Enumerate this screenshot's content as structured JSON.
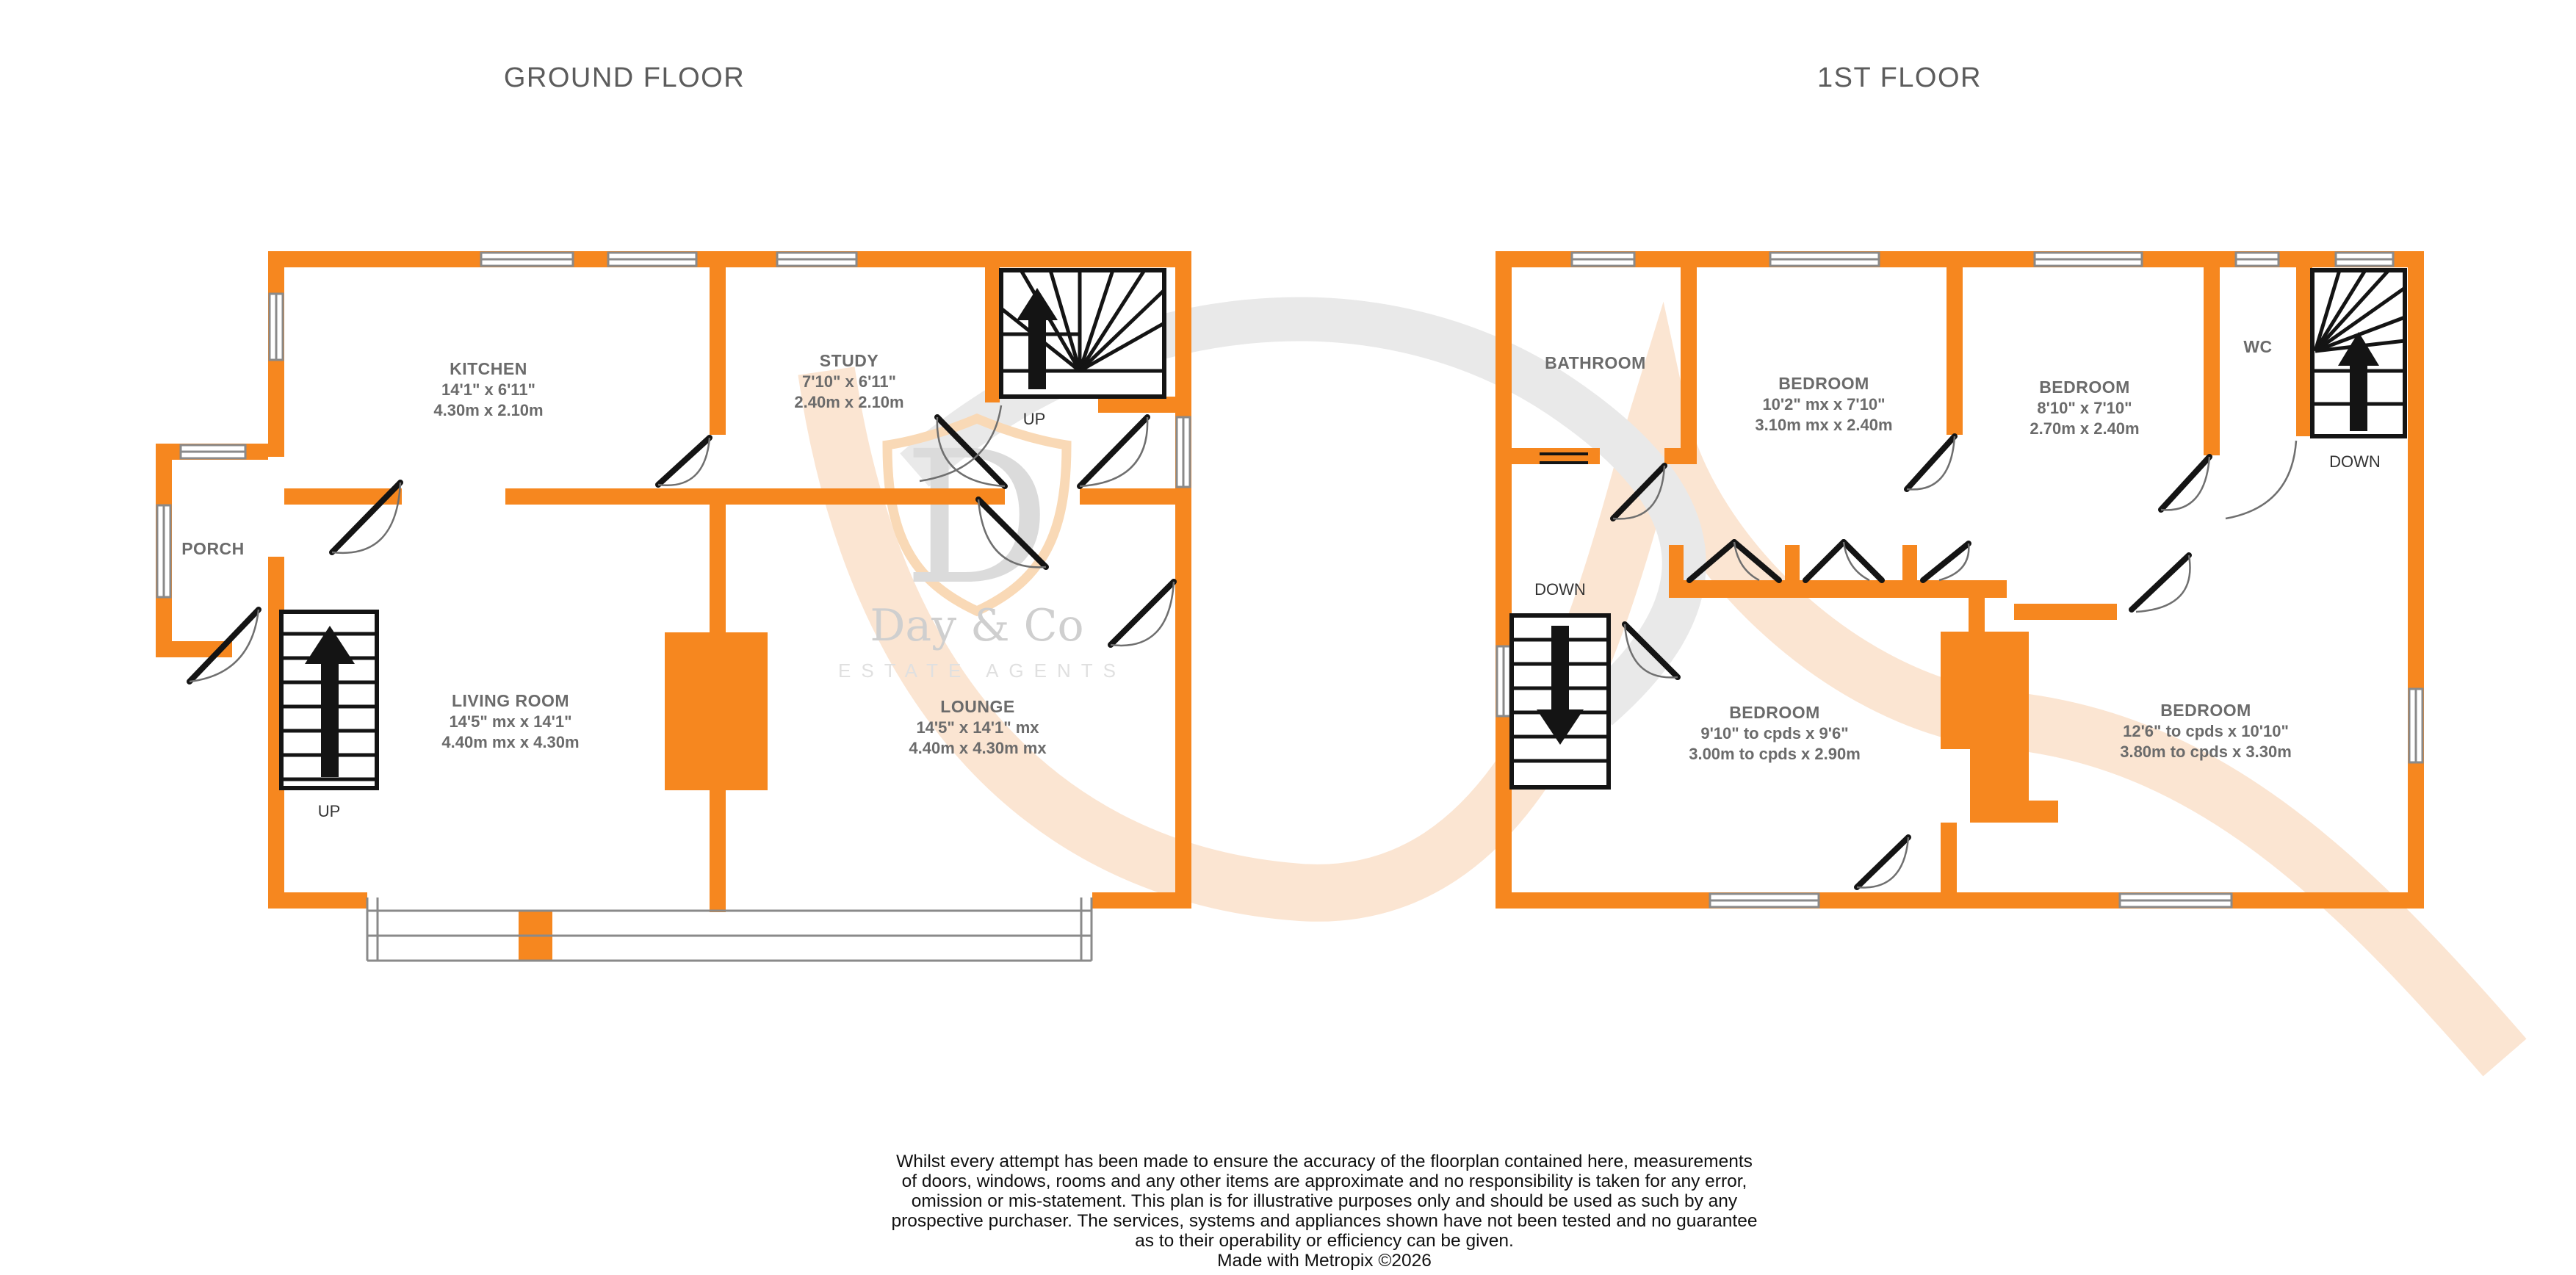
{
  "ground_floor": {
    "title": "GROUND FLOOR",
    "rooms": {
      "kitchen": {
        "name": "KITCHEN",
        "dims_imperial": "14'1\"  x 6'11\"",
        "dims_metric": "4.30m  x 2.10m"
      },
      "study": {
        "name": "STUDY",
        "dims_imperial": "7'10\"  x 6'11\"",
        "dims_metric": "2.40m  x 2.10m"
      },
      "porch": {
        "name": "PORCH"
      },
      "living_room": {
        "name": "LIVING ROOM",
        "dims_imperial": "14'5\" mx x 14'1\"",
        "dims_metric": "4.40m mx x 4.30m"
      },
      "lounge": {
        "name": "LOUNGE",
        "dims_imperial": "14'5\"  x 14'1\" mx",
        "dims_metric": "4.40m  x 4.30m mx"
      }
    },
    "stairs": {
      "main_label": "UP",
      "winder_label": "UP"
    }
  },
  "first_floor": {
    "title": "1ST FLOOR",
    "rooms": {
      "bathroom": {
        "name": "BATHROOM"
      },
      "bedroom_1": {
        "name": "BEDROOM",
        "dims_imperial": "10'2\" mx x 7'10\"",
        "dims_metric": "3.10m mx x 2.40m"
      },
      "bedroom_2": {
        "name": "BEDROOM",
        "dims_imperial": "8'10\"  x 7'10\"",
        "dims_metric": "2.70m  x 2.40m"
      },
      "wc": {
        "name": "WC"
      },
      "bedroom_3": {
        "name": "BEDROOM",
        "dims_imperial": "9'10\" to cpds x 9'6\"",
        "dims_metric": "3.00m to cpds x 2.90m"
      },
      "bedroom_4": {
        "name": "BEDROOM",
        "dims_imperial": "12'6\" to cpds x 10'10\"",
        "dims_metric": "3.80m to cpds x 3.30m"
      }
    },
    "stairs": {
      "left_label": "DOWN",
      "winder_label": "DOWN"
    }
  },
  "watermark": {
    "monogram": "D",
    "brand": "Day & Co",
    "tagline": "ESTATE AGENTS"
  },
  "disclaimer": {
    "lines": [
      "Whilst every attempt has been made to ensure the accuracy of the floorplan contained here, measurements",
      "of doors, windows, rooms and any other items are approximate and no responsibility is taken for any error,",
      "omission or mis-statement. This plan is for illustrative purposes only and should be used as such by any",
      "prospective purchaser. The services, systems and appliances shown have not been tested and no guarantee",
      "as to their operability or efficiency can be given.",
      "Made with Metropix ©2026"
    ]
  },
  "colors": {
    "wall_orange": "#F6871F",
    "window_frame_grey": "#8A8A8A",
    "label_grey": "#6B6B6B",
    "title_grey": "#5C5C5C",
    "watermark_orange": "#FBE5D2",
    "watermark_grey": "#E9E9E9"
  }
}
